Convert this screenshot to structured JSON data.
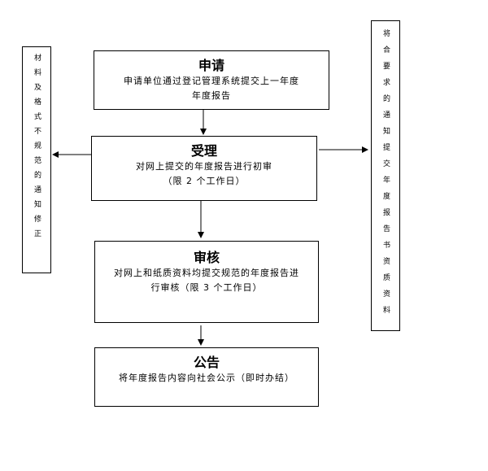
{
  "steps": [
    {
      "title": "申请",
      "lines": [
        "申请单位通过登记管理系统提交上一年度",
        "年度报告"
      ]
    },
    {
      "title": "受理",
      "lines": [
        "对网上提交的年度报告进行初审",
        "（限 2 个工作日）"
      ]
    },
    {
      "title": "审核",
      "lines": [
        "对网上和纸质资料均提交规范的年度报告进",
        "行审核（限 3 个工作日）"
      ]
    },
    {
      "title": "公告",
      "lines": [
        "将年度报告内容向社会公示（即时办结）"
      ]
    }
  ],
  "side_notes": {
    "left": "材料及格式不规范的通知修正",
    "right": "将合要求的通知提交年度报告书资质资料"
  }
}
